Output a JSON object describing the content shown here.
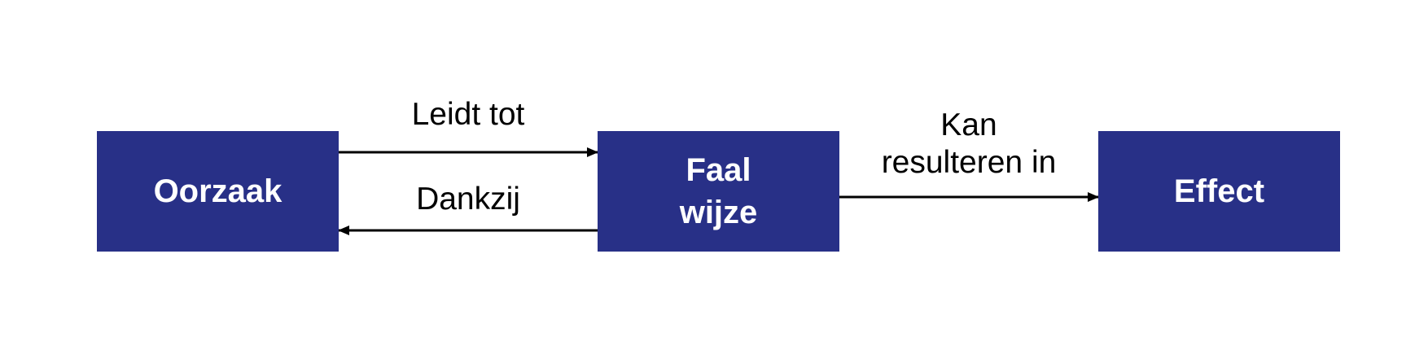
{
  "nodes": {
    "cause": "Oorzaak",
    "failure_mode": "Faal\nwijze",
    "effect": "Effect"
  },
  "edges": {
    "leads_to": "Leidt tot",
    "thanks_to": "Dankzij",
    "can_result_in": "Kan\nresulteren in"
  },
  "colors": {
    "node_fill": "#283087",
    "node_text": "#ffffff",
    "arrow": "#000000"
  }
}
